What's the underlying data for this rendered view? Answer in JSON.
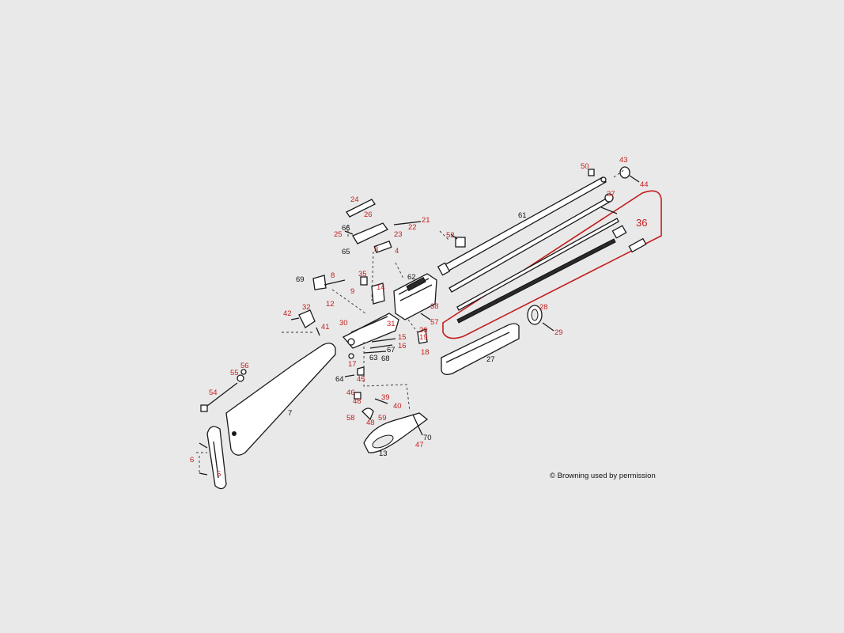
{
  "credit": "© Browning used by permission",
  "highlight_color": "#c21e1e",
  "red_labels": [
    "50",
    "43",
    "44",
    "37",
    "36",
    "24",
    "26",
    "21",
    "22",
    "23",
    "25",
    "3",
    "4",
    "52",
    "35",
    "14",
    "8",
    "9",
    "12",
    "32",
    "42",
    "41",
    "30",
    "31",
    "38",
    "57",
    "20",
    "19",
    "18",
    "15",
    "16",
    "17",
    "45",
    "46",
    "48",
    "39",
    "40",
    "58",
    "59",
    "47",
    "56",
    "55",
    "54",
    "6",
    "5",
    "28",
    "29"
  ],
  "black_labels": [
    "61",
    "66",
    "65",
    "62",
    "69",
    "63",
    "67",
    "68",
    "64",
    "70",
    "13",
    "27",
    "7"
  ]
}
